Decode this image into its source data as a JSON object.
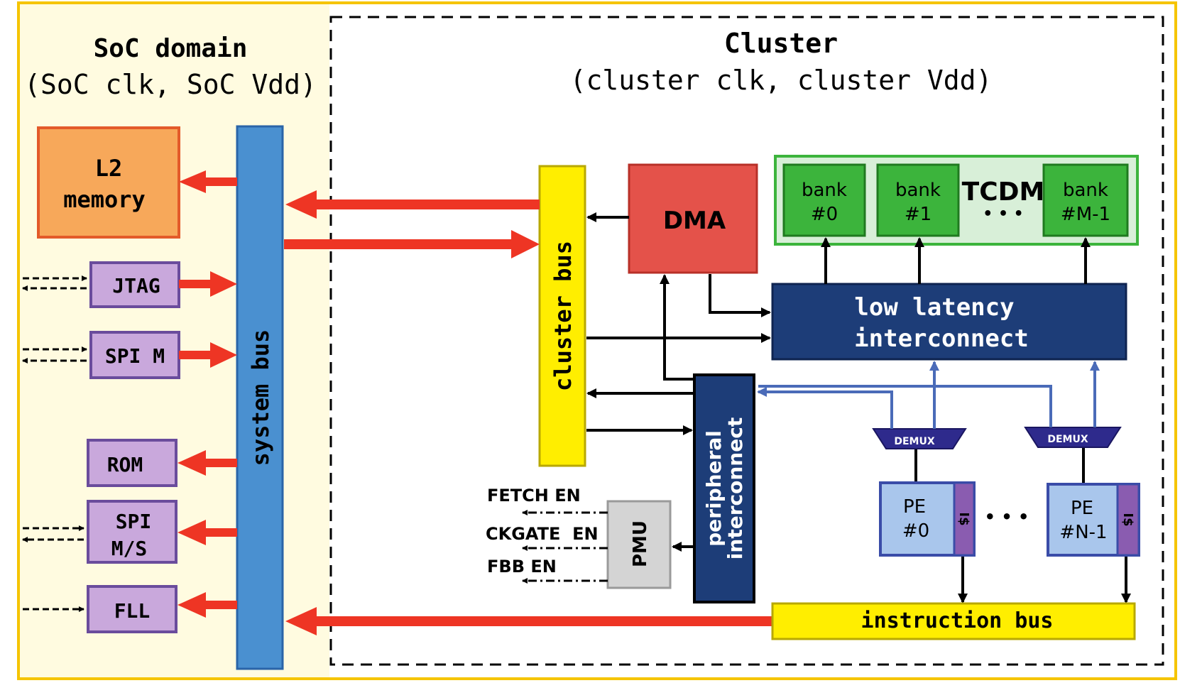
{
  "soc": {
    "title": "SoC domain",
    "subtitle": "(SoC clk, SoC Vdd)",
    "l2_line1": "L2",
    "l2_line2": "memory",
    "jtag": "JTAG",
    "spi_m": "SPI M",
    "rom": "ROM",
    "spi_ms_line1": "SPI",
    "spi_ms_line2": "M/S",
    "fll": "FLL",
    "system_bus": "system bus"
  },
  "cluster": {
    "title": "Cluster",
    "subtitle": "(cluster clk, cluster Vdd)",
    "cluster_bus": "cluster bus",
    "dma": "DMA",
    "tcdm": "TCDM",
    "tcdm_dots": "• • •",
    "banks": [
      {
        "line1": "bank",
        "line2": "#0"
      },
      {
        "line1": "bank",
        "line2": "#1"
      },
      {
        "line1": "bank",
        "line2": "#M-1"
      }
    ],
    "interconnect_line1": "low latency",
    "interconnect_line2": "interconnect",
    "peripheral_line1": "peripheral",
    "peripheral_line2": "interconnect",
    "demux": "DEMUX",
    "pes": [
      {
        "line1": "PE",
        "line2": "#0",
        "cache": "I$"
      },
      {
        "line1": "PE",
        "line2": "#N-1",
        "cache": "I$"
      }
    ],
    "pe_dots": "• • •",
    "pmu": "PMU",
    "fetch_en": "FETCH EN",
    "ckgate_en": "CKGATE  EN",
    "fbb_en": "FBB EN",
    "instruction_bus": "instruction bus"
  },
  "colors": {
    "soc_bg": "#fffbe0",
    "frame": "#f5c400",
    "system_bus": "#4a90d0",
    "l2": "#f7a85a",
    "peripheral_box": "#c9a8dc",
    "cluster_bus": "#ffee00",
    "dma": "#e4524a",
    "tcdm_bg": "#d8efd8",
    "bank": "#3cb43c",
    "interconnect": "#1d3d78",
    "pe": "#a9c6ec",
    "cache": "#8a5cb0",
    "pmu": "#d4d4d4",
    "red_arrow": "#ee3524",
    "blue_arrow": "#4a6bb8"
  }
}
